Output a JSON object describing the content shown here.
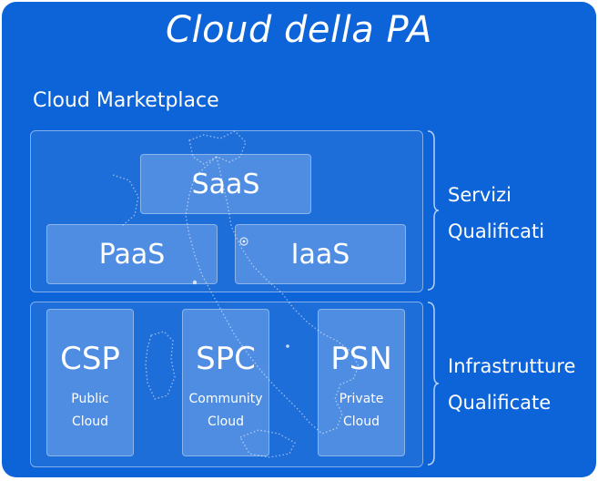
{
  "title": "Cloud della PA",
  "marketplace_label": "Cloud Marketplace",
  "services": {
    "saas": "SaaS",
    "paas": "PaaS",
    "iaas": "IaaS",
    "side_label": "Servizi\nQualificati"
  },
  "infrastructures": {
    "csp": {
      "acronym": "CSP",
      "description": "Public\nCloud"
    },
    "spc": {
      "acronym": "SPC",
      "description": "Community\nCloud"
    },
    "psn": {
      "acronym": "PSN",
      "description": "Private\nCloud"
    },
    "side_label": "Infrastrutture\nQualificate"
  },
  "colors": {
    "background": "#0d63d8",
    "text": "#ffffff"
  }
}
